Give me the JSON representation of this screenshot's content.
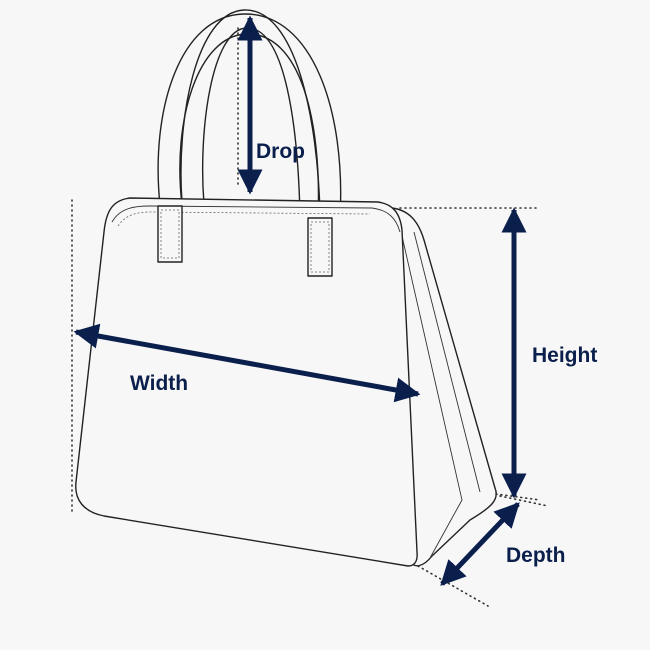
{
  "labels": {
    "drop": "Drop",
    "width": "Width",
    "height": "Height",
    "depth": "Depth"
  },
  "colors": {
    "arrow": "#0b1f4d",
    "label": "#0b1f4d",
    "outline": "#222222",
    "background": "#f7f7f7"
  }
}
